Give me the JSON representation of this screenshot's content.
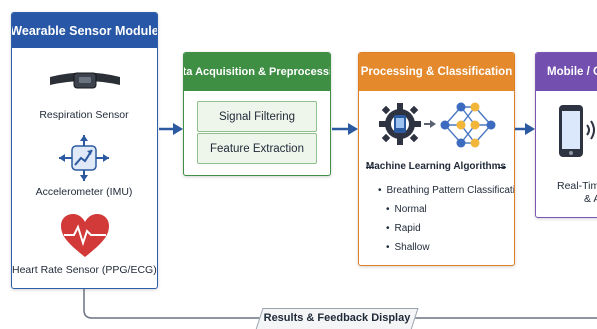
{
  "wearable": {
    "title": "Wearable Sensor Module",
    "sensors": [
      {
        "label": "Respiration Sensor",
        "icon": "belt-sensor-icon"
      },
      {
        "label": "Accelerometer (IMU)",
        "icon": "accelerometer-icon"
      },
      {
        "label": "Heart Rate Sensor (PPG/ECG)",
        "icon": "heart-pulse-icon"
      }
    ]
  },
  "acquisition": {
    "title": "Data Acquisition & Preprocessing",
    "steps": [
      "Signal Filtering",
      "Feature Extraction"
    ]
  },
  "processing": {
    "title": "Processing & Classification",
    "ml_title": "Machine Learning Algorithms",
    "ml_items": [
      "Breathing Pattern Classification",
      "Normal",
      "Rapid",
      "Shallow"
    ],
    "icons": [
      "gear-chip-icon",
      "neural-network-icon"
    ]
  },
  "mobile": {
    "title": "Mobile / Cl",
    "line1": "Real-Time",
    "line2": "& A"
  },
  "feedback": {
    "label": "Results & Feedback Display"
  },
  "colors": {
    "wearable": "#2757a6",
    "acquisition": "#3e8e44",
    "processing": "#e5892d",
    "mobile": "#734fb0",
    "arrow": "#2c5aa0"
  }
}
